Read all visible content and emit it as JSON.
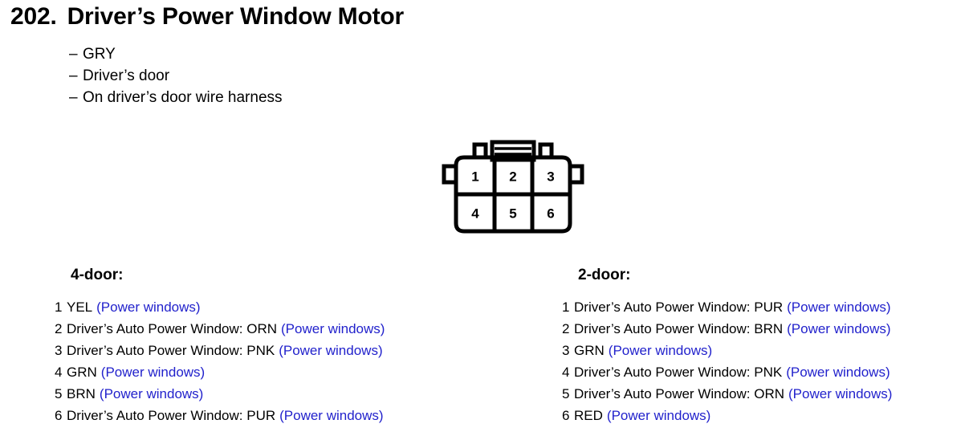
{
  "header": {
    "number": "202.",
    "title": "Driver’s Power Window Motor",
    "dash": "–",
    "details": [
      "GRY",
      "Driver’s door",
      "On driver’s door wire harness"
    ]
  },
  "connector": {
    "pins": [
      "1",
      "2",
      "3",
      "4",
      "5",
      "6"
    ]
  },
  "colors": {
    "circuit_blue": "#2222cc",
    "ink": "#000000",
    "page": "#ffffff"
  },
  "tables": [
    {
      "heading": "4-door:",
      "rows": [
        {
          "pin": "1",
          "label": "YEL",
          "circuit": "(Power windows)"
        },
        {
          "pin": "2",
          "label": "Driver’s Auto Power Window: ORN",
          "circuit": "(Power windows)"
        },
        {
          "pin": "3",
          "label": "Driver’s Auto Power Window: PNK",
          "circuit": "(Power windows)"
        },
        {
          "pin": "4",
          "label": "GRN",
          "circuit": "(Power windows)"
        },
        {
          "pin": "5",
          "label": "BRN",
          "circuit": "(Power windows)"
        },
        {
          "pin": "6",
          "label": "Driver’s Auto Power Window: PUR",
          "circuit": "(Power windows)"
        }
      ]
    },
    {
      "heading": "2-door:",
      "rows": [
        {
          "pin": "1",
          "label": "Driver’s Auto Power Window: PUR",
          "circuit": "(Power windows)"
        },
        {
          "pin": "2",
          "label": "Driver’s Auto Power Window: BRN",
          "circuit": "(Power windows)"
        },
        {
          "pin": "3",
          "label": "GRN",
          "circuit": "(Power windows)"
        },
        {
          "pin": "4",
          "label": "Driver’s Auto Power Window: PNK",
          "circuit": "(Power windows)"
        },
        {
          "pin": "5",
          "label": "Driver’s Auto Power Window: ORN",
          "circuit": "(Power windows)"
        },
        {
          "pin": "6",
          "label": "RED",
          "circuit": "(Power windows)"
        }
      ]
    }
  ]
}
